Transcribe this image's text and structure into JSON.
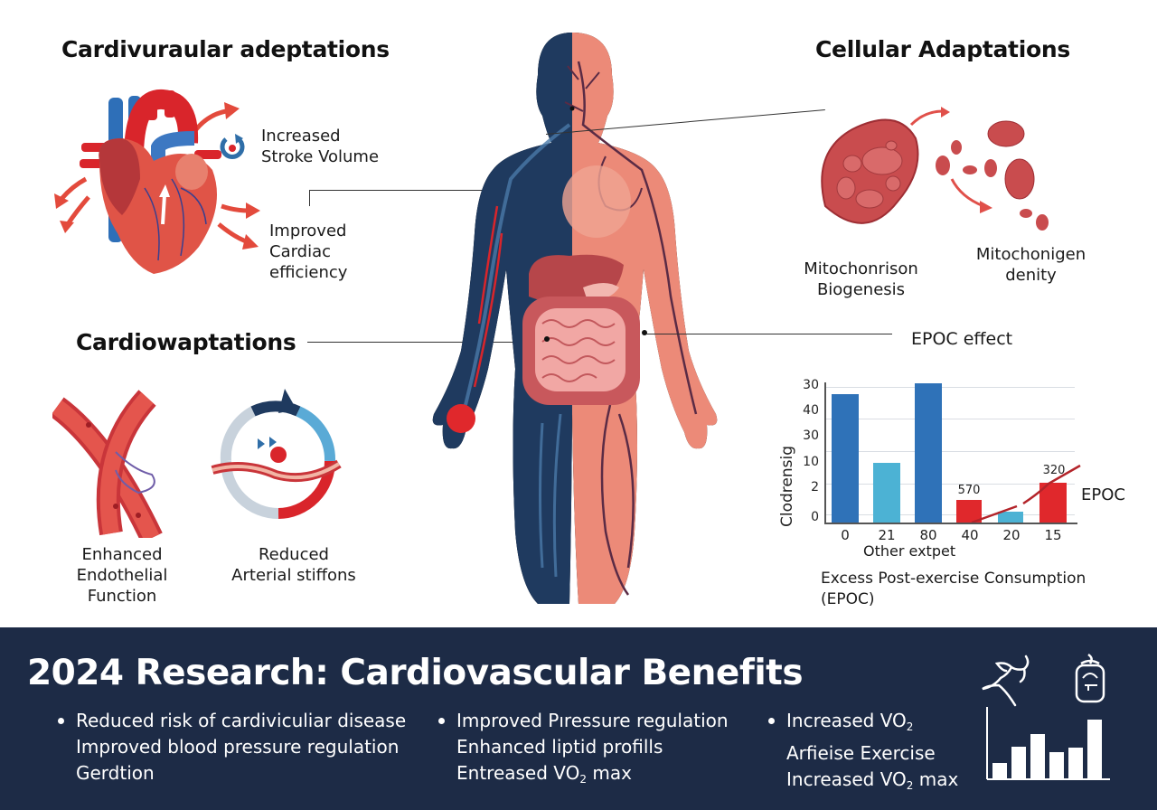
{
  "headings": {
    "cardio_top": "Cardivuraular adeptations",
    "cellular": "Cellular Adaptations",
    "cardio_mid": "Cardiowaptations",
    "epoc": "EPOC effect"
  },
  "cardio_labels": {
    "stroke_volume_line1": "Increased",
    "stroke_volume_line2": "Stroke Volume",
    "cardiac_eff_line1": "Improved",
    "cardiac_eff_line2": "Cardiac",
    "cardiac_eff_line3": "efficiency"
  },
  "cellular_labels": {
    "biogenesis_line1": "Mitochonrison",
    "biogenesis_line2": "Biogenesis",
    "density_line1": "Mitochonigen",
    "density_line2": "denity"
  },
  "vascular_labels": {
    "endothelial_line1": "Enhanced",
    "endothelial_line2": "Endothelial",
    "endothelial_line3": "Function",
    "arterial_line1": "Reduced",
    "arterial_line2": "Arterial stiffons"
  },
  "chart_data": {
    "type": "bar",
    "title": "EPOC effect",
    "caption_line1": "Excess Post-exercise Consumption",
    "caption_line2": "(EPOC)",
    "xlabel": "Other extpet",
    "ylabel": "Clodrensig",
    "y_tick_labels": [
      "30",
      "40",
      "30",
      "10",
      "2",
      "0"
    ],
    "categories": [
      "0",
      "21",
      "80",
      "40",
      "20",
      "15"
    ],
    "values": [
      45,
      22,
      50,
      9,
      5,
      16
    ],
    "bar_colors": [
      "#2f72b8",
      "#4cb2d4",
      "#2f72b8",
      "#e0282c",
      "#4cb2d4",
      "#e0282c"
    ],
    "data_labels": [
      "",
      "",
      "",
      "570",
      "",
      "320"
    ],
    "overlay_line_label": "EPOC",
    "ylim": [
      0,
      50
    ],
    "grid": true
  },
  "banner": {
    "title": "2024 Research: Cardiovascular Benefits",
    "col1": [
      "Reduced risk of cardiviculiar disease",
      "Improved blood pressure regulation",
      "Gerdtion"
    ],
    "col2": [
      "Improved Pıressure regulation",
      "Enhanced liptid profills",
      "Entreased VO",
      "max"
    ],
    "col3": [
      "Increased VO",
      "Arfieise Exercise",
      "Increased VO",
      "max"
    ],
    "sub2": "2"
  },
  "colors": {
    "banner_bg": "#1d2b46",
    "navy": "#1f3a5f",
    "salmon": "#ec8a78",
    "red": "#e0282c",
    "blue": "#2f72b8",
    "cyan": "#4cb2d4"
  },
  "icons": [
    "heart-illustration",
    "refresh-icon",
    "human-body-illustration",
    "mitochondria-illustration",
    "blood-vessel-illustration",
    "artery-cycle-illustration",
    "runner-icon",
    "bottle-icon",
    "bar-chart-icon"
  ]
}
